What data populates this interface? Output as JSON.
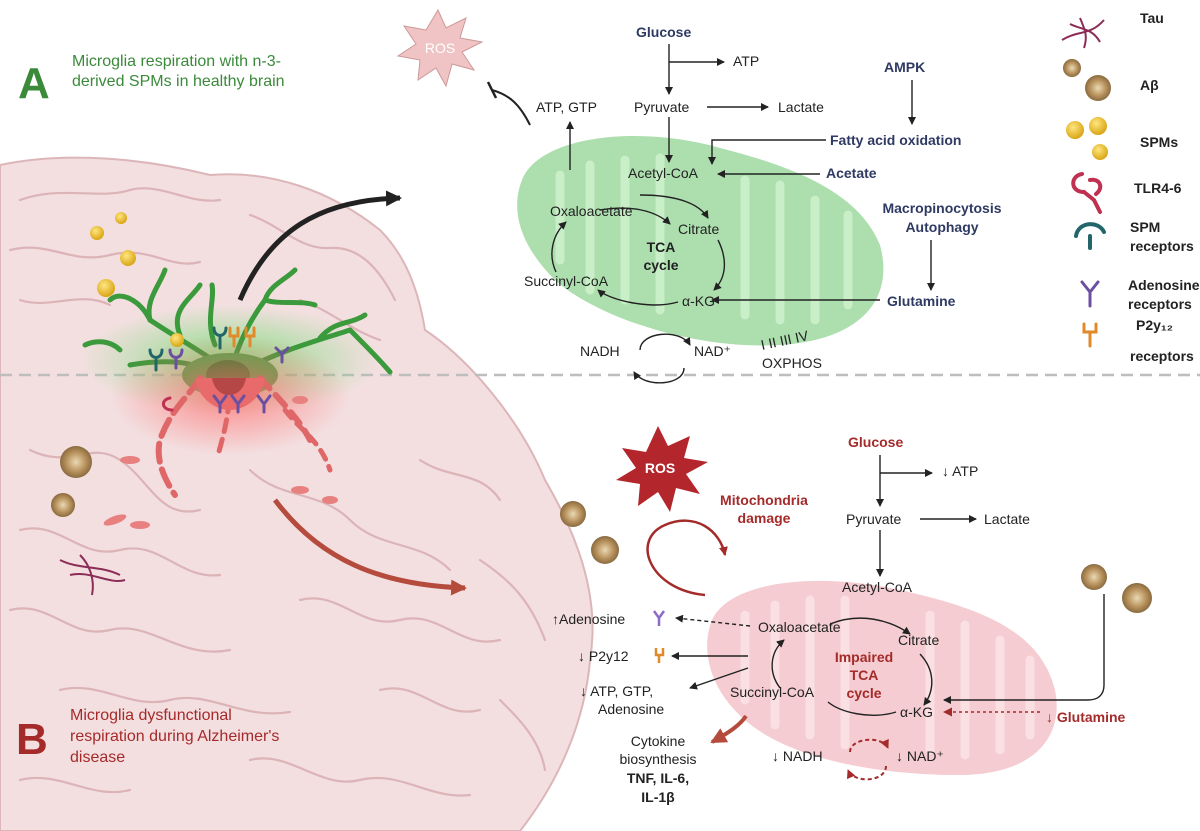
{
  "panel_a": {
    "letter": "A",
    "title_line1": "Microglia respiration with n-3-",
    "title_line2": "derived SPMs in healthy brain",
    "ros": "ROS",
    "glucose": "Glucose",
    "atp": "ATP",
    "pyruvate": "Pyruvate",
    "lactate": "Lactate",
    "atp_gtp": "ATP, GTP",
    "ampk": "AMPK",
    "fatty_acid_oxidation": "Fatty acid oxidation",
    "acetyl_coa": "Acetyl-CoA",
    "acetate": "Acetate",
    "oxaloacetate": "Oxaloacetate",
    "citrate": "Citrate",
    "tca_line1": "TCA",
    "tca_line2": "cycle",
    "succinyl_coa": "Succinyl-CoA",
    "akg": "α-KG",
    "macropinocytosis": "Macropinocytosis",
    "autophagy": "Autophagy",
    "glutamine": "Glutamine",
    "nadh": "NADH",
    "nad": "NAD⁺",
    "complexes": "I  II  III  IV",
    "oxphos": "OXPHOS"
  },
  "panel_b": {
    "letter": "B",
    "title_line1": "Microglia dysfunctional",
    "title_line2": "respiration during Alzheimer's",
    "title_line3": "disease",
    "ros": "ROS",
    "mito_damage_line1": "Mitochondria",
    "mito_damage_line2": "damage",
    "glucose": "Glucose",
    "atp": "↓ ATP",
    "pyruvate": "Pyruvate",
    "lactate": "Lactate",
    "acetyl_coa": "Acetyl-CoA",
    "oxaloacetate": "Oxaloacetate",
    "citrate": "Citrate",
    "impaired_line1": "Impaired",
    "impaired_line2": "TCA",
    "impaired_line3": "cycle",
    "succinyl_coa": "Succinyl-CoA",
    "akg": "α-KG",
    "glutamine": "↓ Glutamine",
    "adenosine": "↑Adenosine",
    "p2y12": "↓ P2y12",
    "atp_gtp_line1": "↓ ATP, GTP,",
    "atp_gtp_line2": "Adenosine",
    "cytokine_line1": "Cytokine",
    "cytokine_line2": "biosynthesis",
    "cytokine_line3": "TNF, IL-6,",
    "cytokine_line4": "IL-1β",
    "nadh": "↓ NADH",
    "nad": "↓ NAD⁺"
  },
  "legend": {
    "tau": "Tau",
    "abeta": "Aβ",
    "spms": "SPMs",
    "tlr": "TLR4-6",
    "spm_rec_line1": "SPM",
    "spm_rec_line2": "receptors",
    "aden_rec_line1": "Adenosine",
    "aden_rec_line2": "receptors",
    "p2y_rec_line1": "P2y₁₂",
    "p2y_rec_line2": "receptors"
  },
  "colors": {
    "healthy_green": "#3a8a3a",
    "disease_red": "#a52a2a",
    "mito_green": "#9fd8a0",
    "mito_pink": "#f3c6cc",
    "brain_pink": "#f3dfe0",
    "metabolite_navy": "#2f3a63",
    "spm_gold": "#e2b21c"
  }
}
